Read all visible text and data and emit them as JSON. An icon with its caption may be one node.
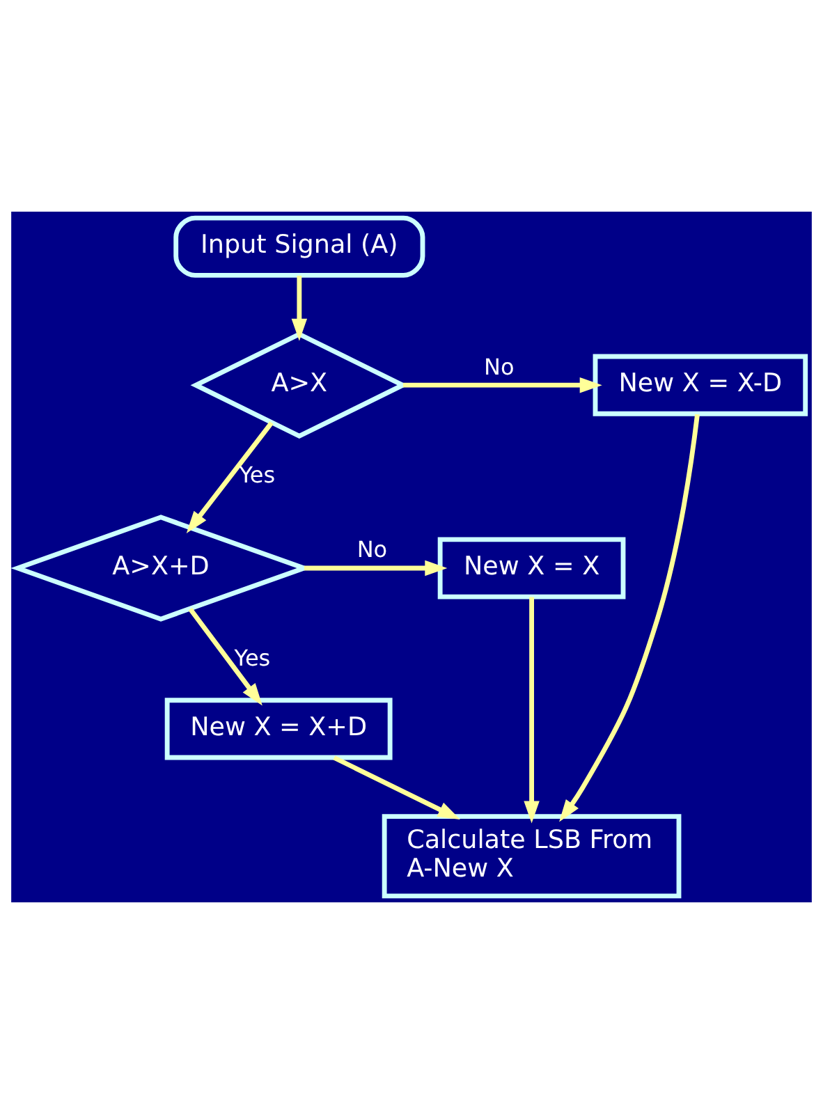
{
  "diagram": {
    "nodes": [
      {
        "text": [
          "Input Signal (A)"
        ]
      },
      {
        "text": [
          "A>X"
        ]
      },
      {
        "text": [
          "New X = X-D"
        ]
      },
      {
        "text": [
          "A>X+D"
        ]
      },
      {
        "text": [
          "New X = X"
        ]
      },
      {
        "text": [
          "New X = X+D"
        ]
      },
      {
        "text": [
          "Calculate LSB From A-New X"
        ]
      }
    ],
    "edges": [
      {
        "from": 0,
        "to": 1,
        "arrow": "to"
      },
      {
        "from": 1,
        "to": 2,
        "arrow": "to",
        "label": "No"
      },
      {
        "from": 1,
        "to": 3,
        "arrow": "to",
        "label": "Yes"
      },
      {
        "from": 3,
        "to": 4,
        "arrow": "to",
        "label": "No"
      },
      {
        "from": 3,
        "to": 5,
        "arrow": "to",
        "label": "Yes"
      },
      {
        "from": 2,
        "to": 6,
        "arrow": "to"
      },
      {
        "from": 4,
        "to": 6,
        "arrow": "to"
      },
      {
        "from": 5,
        "to": 6,
        "arrow": "to"
      }
    ]
  }
}
